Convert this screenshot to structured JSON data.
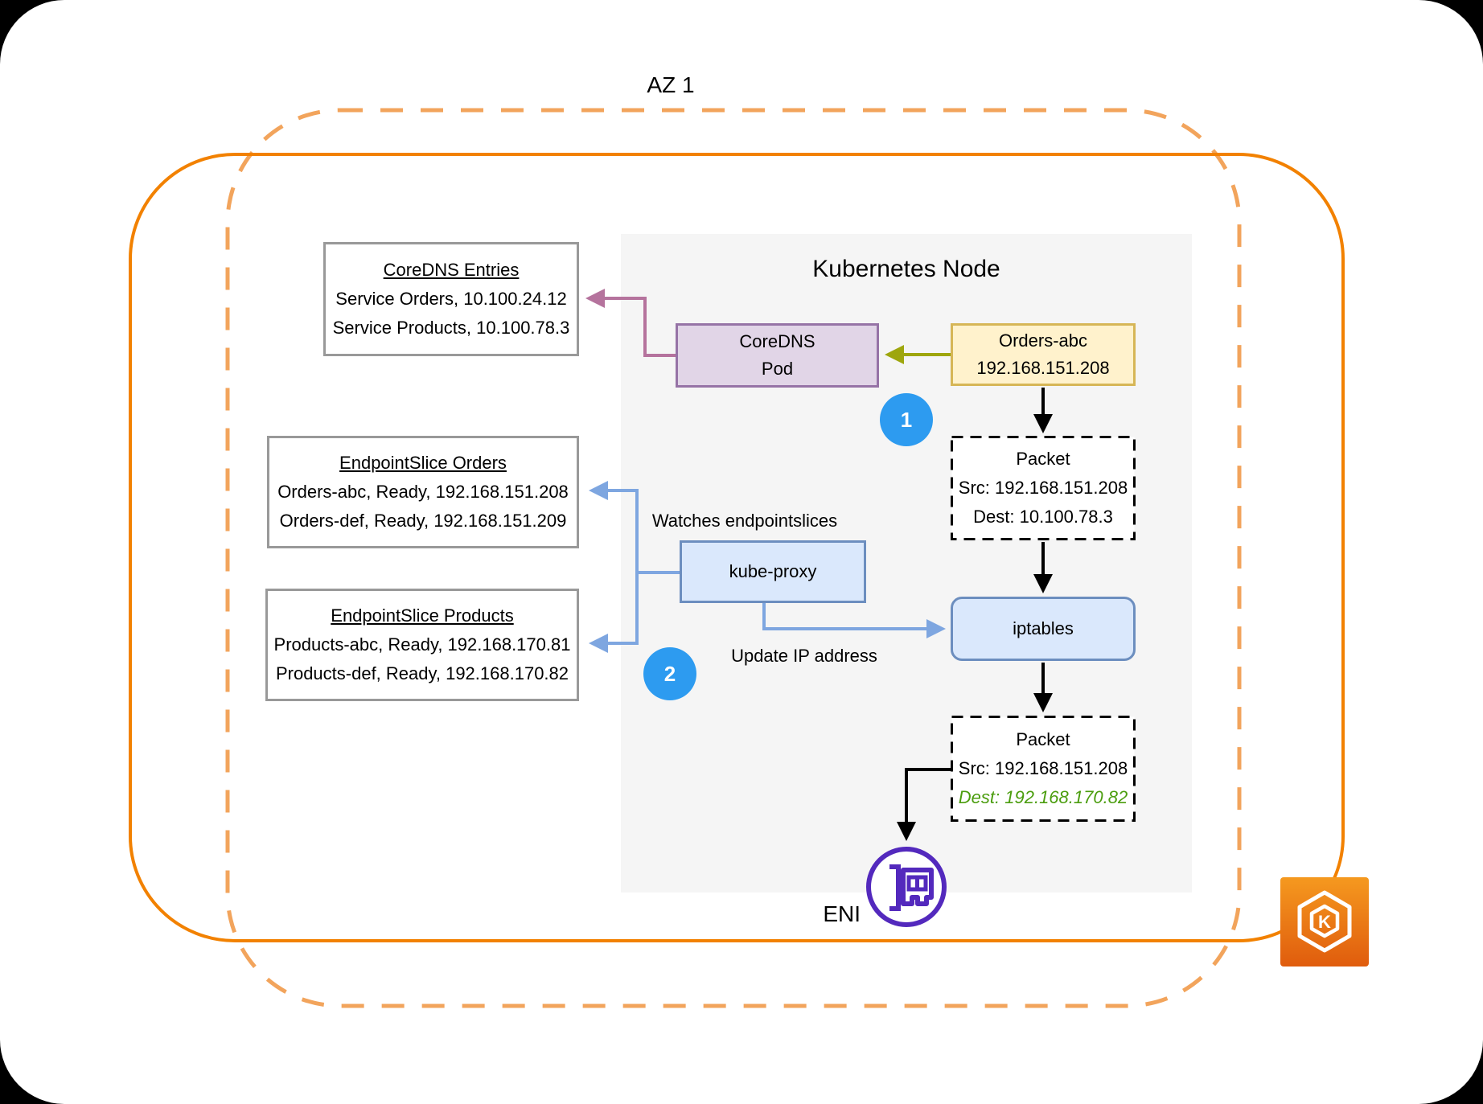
{
  "colors": {
    "orange_solid": "#F28100",
    "orange_dashed": "#F2A45C",
    "node_bg": "#F5F5F5",
    "box_border_gray": "#999999",
    "purple_fill": "#E1D5E7",
    "purple_border": "#9673A6",
    "yellow_fill": "#FFF2CC",
    "yellow_border": "#D6B656",
    "blue_fill": "#DAE8FC",
    "blue_border": "#6C8EBF",
    "arrow_blue": "#7EA6E0",
    "arrow_pink": "#B5739D",
    "arrow_olive": "#9EA60D",
    "badge_blue": "#2D9BF0",
    "green_text": "#4B9D0E",
    "eni_purple": "#5329BD",
    "eks_gradient_top": "#F5991F",
    "eks_gradient_bottom": "#E05C0D"
  },
  "frame": {
    "az_label": "AZ 1"
  },
  "node": {
    "title": "Kubernetes Node"
  },
  "boxes": {
    "coredns_entries": {
      "title": "CoreDNS Entries",
      "rows": [
        "Service Orders, 10.100.24.12",
        "Service Products, 10.100.78.3"
      ]
    },
    "endpointslice_orders": {
      "title": "EndpointSlice Orders",
      "rows": [
        "Orders-abc, Ready, 192.168.151.208",
        "Orders-def, Ready, 192.168.151.209"
      ]
    },
    "endpointslice_products": {
      "title": "EndpointSlice Products",
      "rows": [
        "Products-abc, Ready, 192.168.170.81",
        "Products-def, Ready, 192.168.170.82"
      ]
    },
    "coredns_pod": {
      "lines": [
        "CoreDNS",
        "Pod"
      ]
    },
    "orders_pod": {
      "lines": [
        "Orders-abc",
        "192.168.151.208"
      ]
    },
    "packet_before": {
      "title": "Packet",
      "src": "Src: 192.168.151.208",
      "dest": "Dest: 10.100.78.3"
    },
    "kube_proxy": {
      "label": "kube-proxy"
    },
    "iptables": {
      "label": "iptables"
    },
    "packet_after": {
      "title": "Packet",
      "src": "Src: 192.168.151.208",
      "dest": "Dest: 192.168.170.82"
    }
  },
  "annotations": {
    "watches": "Watches endpointslices",
    "update_ip": "Update IP address",
    "badge_1": "1",
    "badge_2": "2",
    "eni_label": "ENI",
    "eks_letter": "K"
  }
}
